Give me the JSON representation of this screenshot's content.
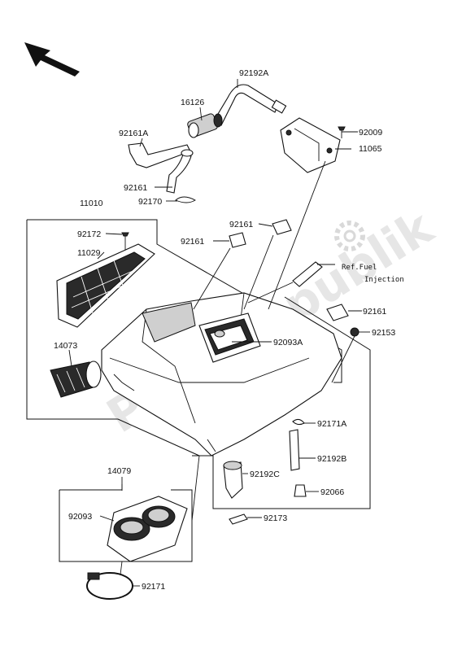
{
  "watermark": "PartsRepublik",
  "ref_note": {
    "line1": "Ref.Fuel",
    "line2": "Injection"
  },
  "labels": {
    "p92192A": "92192A",
    "p16126": "16126",
    "p92161A": "92161A",
    "p92161_hose": "92161",
    "p92170": "92170",
    "p92009": "92009",
    "p11065": "11065",
    "p11010": "11010",
    "p92161_top": "92161",
    "p92172": "92172",
    "p92161_left": "92161",
    "p11029": "11029",
    "p92161_right": "92161",
    "p92153": "92153",
    "p14073": "14073",
    "p92093A": "92093A",
    "p92171A": "92171A",
    "p92192B": "92192B",
    "p92192C": "92192C",
    "p92066": "92066",
    "p14079": "14079",
    "p92093": "92093",
    "p92173": "92173",
    "p92171": "92171"
  }
}
